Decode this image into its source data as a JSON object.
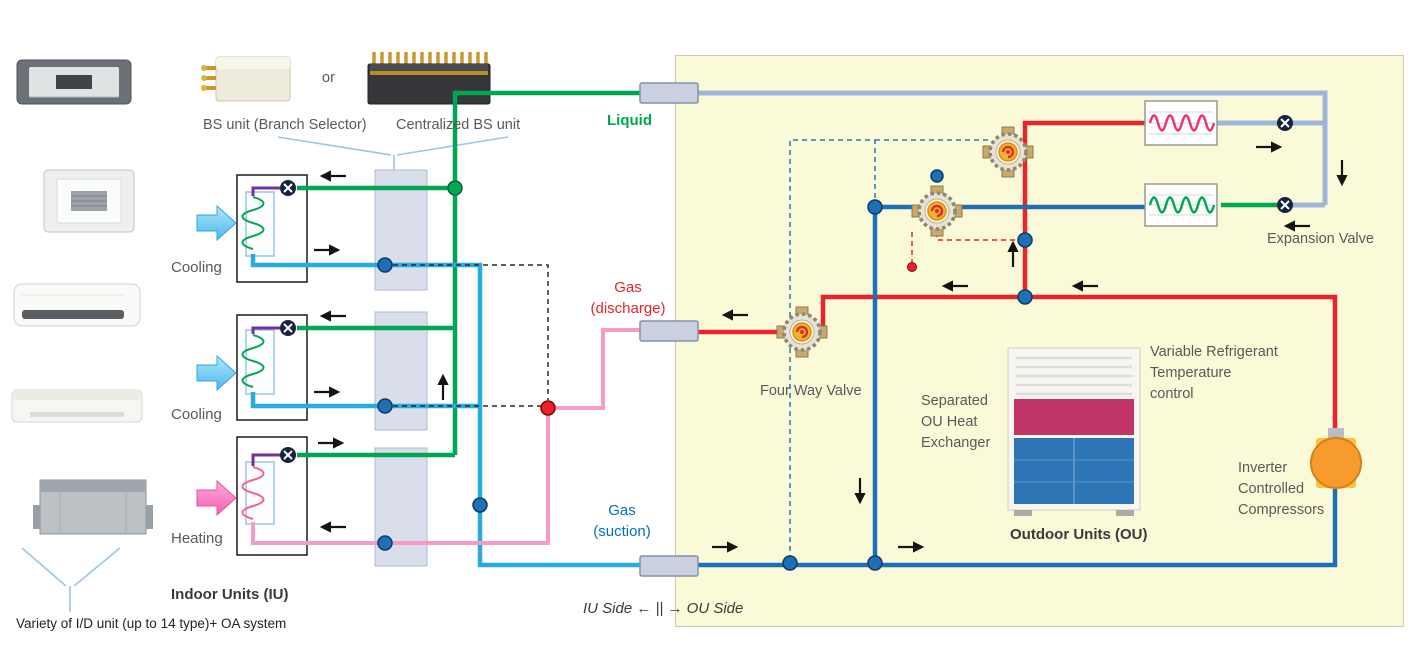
{
  "header": {
    "bs_unit_label": "BS unit (Branch Selector)",
    "or_label": "or",
    "centralized_bs_label": "Centralized BS unit"
  },
  "iu": {
    "cooling_top": "Cooling",
    "cooling_mid": "Cooling",
    "heating": "Heating",
    "indoor_units_title": "Indoor Units (IU)",
    "variety_note": "Variety of I/D unit (up to 14 type)+ OA system"
  },
  "pipes": {
    "liquid": "Liquid",
    "gas_discharge": [
      "Gas",
      "(discharge)"
    ],
    "gas_suction": [
      "Gas",
      "(suction)"
    ]
  },
  "ou": {
    "four_way_valve": "Four Way Valve",
    "separated_hx": [
      "Separated",
      "OU Heat",
      "Exchanger"
    ],
    "vrt": [
      "Variable Refrigerant",
      "Temperature",
      "control"
    ],
    "outdoor_units_title": "Outdoor Units (OU)",
    "inverter": [
      "Inverter",
      "Controlled",
      "Compressors"
    ],
    "expansion_valve": "Expansion Valve"
  },
  "footer": {
    "side_label": "IU Side ←   ||   → OU Side"
  },
  "colors": {
    "liquid_green": "#00A651",
    "discharge_red": "#E8232A",
    "suction_blue": "#1F6FB5",
    "hot_gas_pink": "#F59BC8",
    "ou_liquid_gray": "#9FB4D8",
    "ou_background": "#FBFAD8",
    "cooling_arrow_blue": "#5FC6F2",
    "heating_arrow_pink": "#F973BD",
    "valve_orange": "#F2B12E"
  }
}
